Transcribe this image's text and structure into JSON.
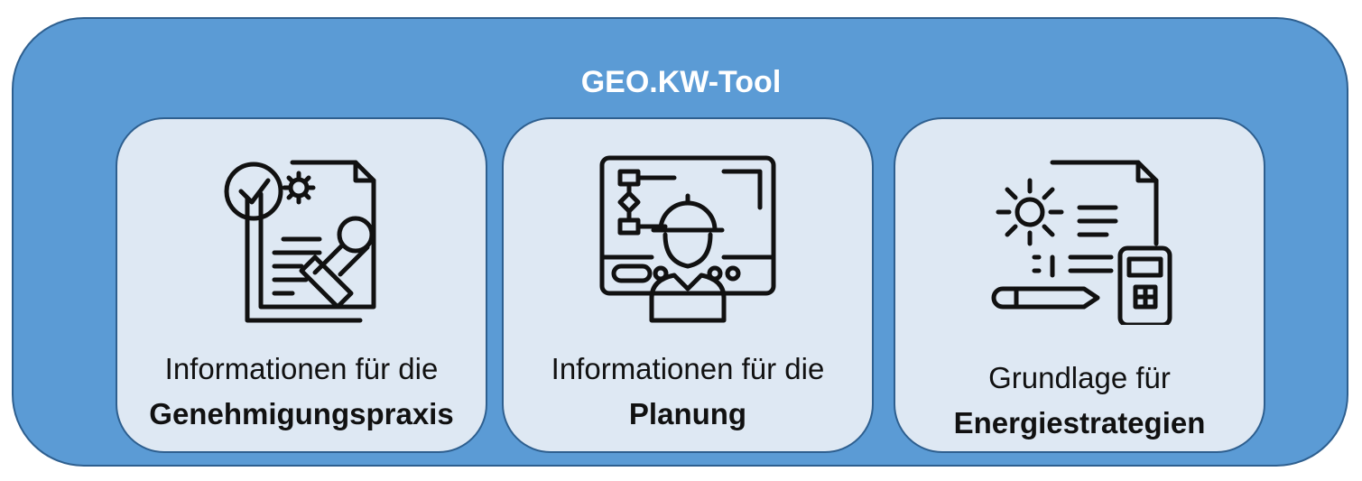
{
  "title": "GEO.KW-Tool",
  "colors": {
    "outer": "#5b9bd5",
    "card": "#dee8f3",
    "border": "#2e5f8f"
  },
  "cards": [
    {
      "icon": "document-stamp-approval-icon",
      "line1": "Informationen für die",
      "line2": "Genehmigungspraxis"
    },
    {
      "icon": "engineer-blueprint-icon",
      "line1": "Informationen für die",
      "line2": "Planung"
    },
    {
      "icon": "strategy-calculator-gear-icon",
      "line1": "Grundlage für",
      "line2": "Energiestrategien"
    }
  ]
}
